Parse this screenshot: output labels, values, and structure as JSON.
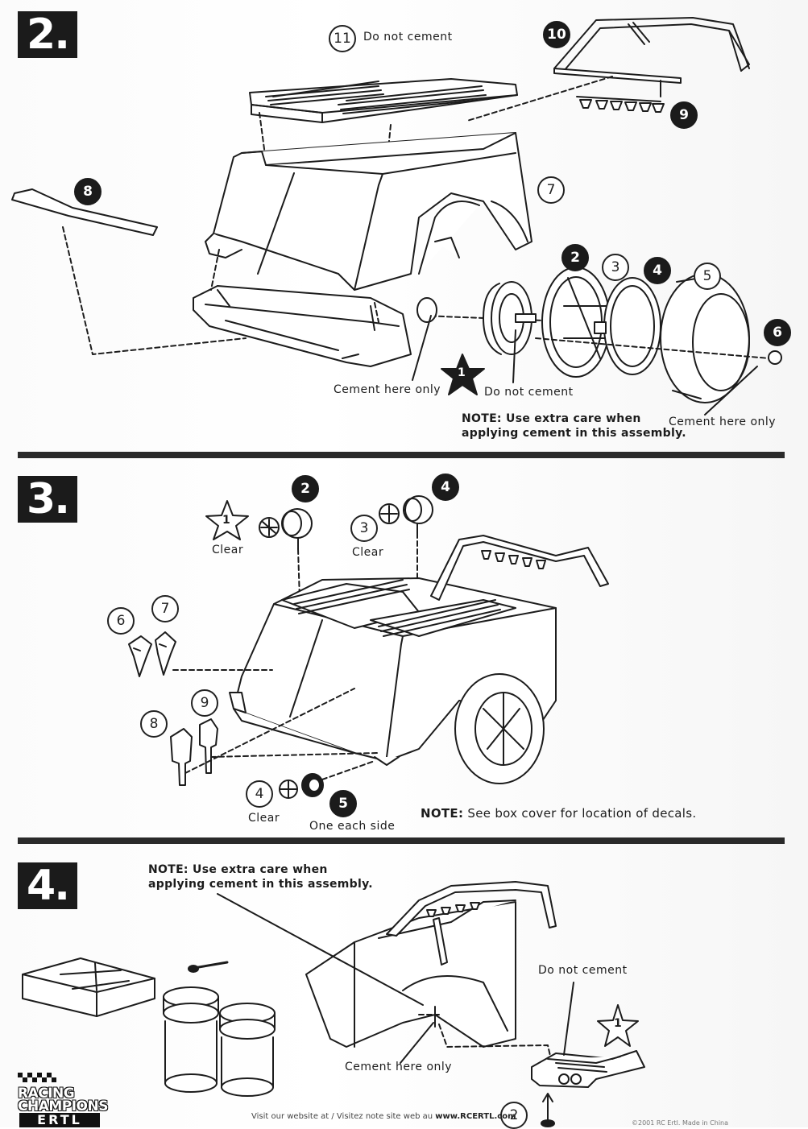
{
  "steps": {
    "s2": "2.",
    "s3": "3.",
    "s4": "4."
  },
  "step2": {
    "callouts": [
      "11",
      "10",
      "9",
      "8",
      "7",
      "2",
      "3",
      "4",
      "5",
      "6"
    ],
    "do_not_cement_11": "Do not cement",
    "cement_here_only_a": "Cement here only",
    "do_not_cement_b": "Do not cement",
    "cement_here_only_b": "Cement here only",
    "star_num": "1",
    "note_key": "NOTE:",
    "note_line1": "Use extra care when",
    "note_line2": "applying cement in this assembly."
  },
  "step3": {
    "callouts": [
      "2",
      "4",
      "3",
      "6",
      "7",
      "9",
      "8",
      "4",
      "5"
    ],
    "star_num": "1",
    "clear_1": "Clear",
    "clear_3": "Clear",
    "clear_4": "Clear",
    "one_each_side": "One each side",
    "note_key": "NOTE:",
    "note_text": "See box cover for location of decals."
  },
  "step4": {
    "note_key": "NOTE:",
    "note_line1": "Use extra care when",
    "note_line2": "applying cement in this assembly.",
    "do_not_cement": "Do not cement",
    "cement_here_only": "Cement here only",
    "star_num": "1",
    "callout_2": "2"
  },
  "footer": {
    "website_prefix": "Visit our website at / Visitez note site web au",
    "website_url": "www.RCERTL.com",
    "logo_line1": "RACING",
    "logo_line2": "CHAMPIONS",
    "logo_line3": "ERTL",
    "small_text": "©2001 RC Ertl. Made in China"
  }
}
